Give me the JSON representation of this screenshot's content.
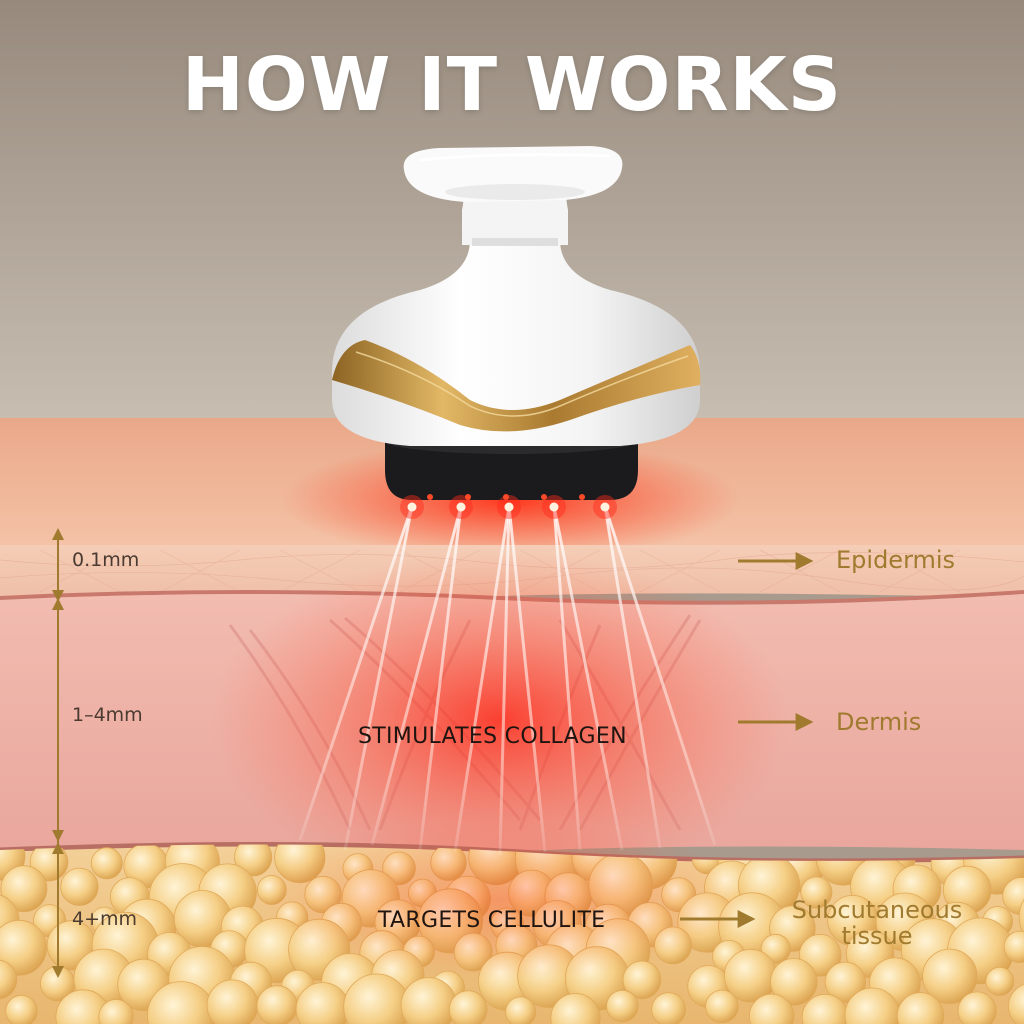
{
  "title": "HOW IT WORKS",
  "layers": [
    {
      "name": "Epidermis",
      "depth": "0.1mm"
    },
    {
      "name": "Dermis",
      "depth": "1–4mm"
    },
    {
      "name": "Subcutaneous tissue",
      "name_lines": [
        "Subcutaneous",
        "tissue"
      ],
      "depth": "4+mm"
    }
  ],
  "effects": {
    "dermis": "STIMULATES COLLAGEN",
    "subcutaneous": "TARGETS CELLULITE"
  },
  "colors": {
    "background_top": "#9c8e80",
    "background_bottom": "#c4b8ab",
    "skin_surface": "#f0b896",
    "epidermis": "#f3c8b0",
    "dermis": "#eeb0a6",
    "fat": "#f2c98a",
    "gold_accent": "#a07a2e",
    "red_light": "#ff2a1a"
  }
}
